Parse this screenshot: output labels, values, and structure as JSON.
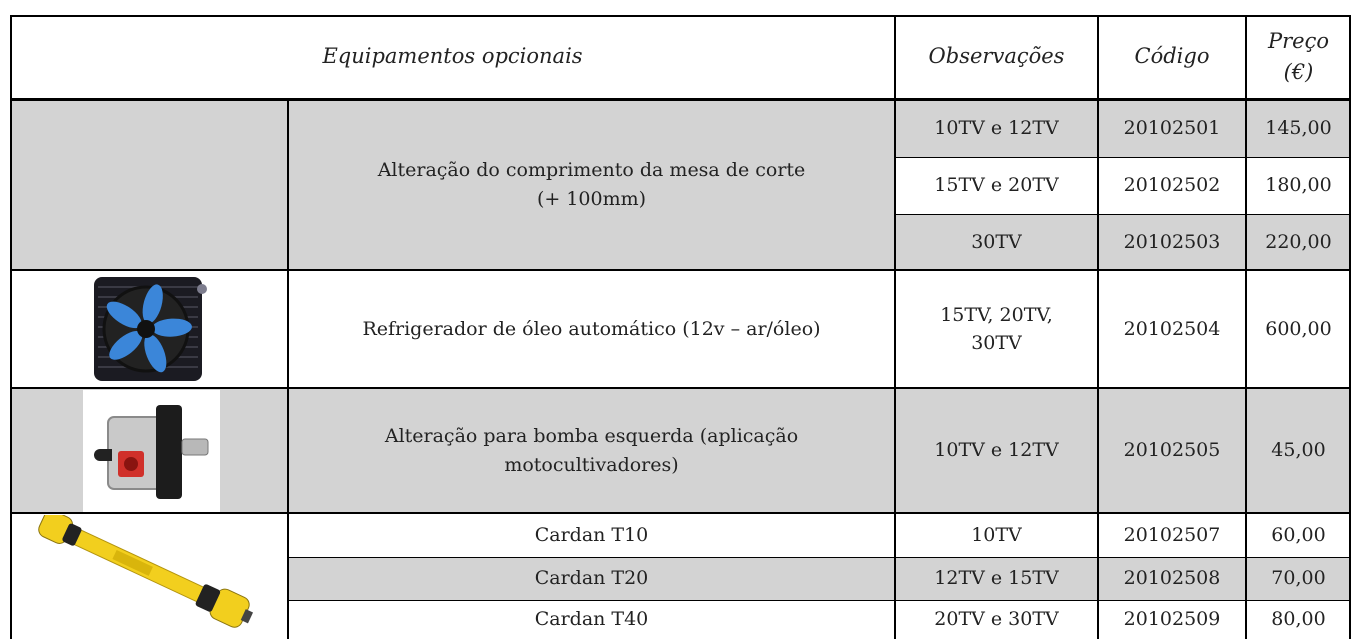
{
  "header": {
    "equipment": "Equipamentos opcionais",
    "observations": "Observações",
    "code": "Código",
    "price": "Preço (€)"
  },
  "rows": [
    {
      "equipment": "Alteração do comprimento da mesa de corte (+ 100mm)",
      "image": "none",
      "variants": [
        {
          "observations": "10TV e 12TV",
          "code": "20102501",
          "price": "145,00"
        },
        {
          "observations": "15TV e 20TV",
          "code": "20102502",
          "price": "180,00"
        },
        {
          "observations": "30TV",
          "code": "20102503",
          "price": "220,00"
        }
      ]
    },
    {
      "equipment": "Refrigerador de óleo automático (12v – ar/óleo)",
      "image": "oil-cooler-fan-icon",
      "variants": [
        {
          "observations": "15TV, 20TV, 30TV",
          "code": "20102504",
          "price": "600,00"
        }
      ]
    },
    {
      "equipment": "Alteração para bomba esquerda (aplicação motocultivadores)",
      "image": "hydraulic-pump-icon",
      "variants": [
        {
          "observations": "10TV e 12TV",
          "code": "20102505",
          "price": "45,00"
        }
      ]
    },
    {
      "equipment": "",
      "image": "cardan-shaft-icon",
      "variants": [
        {
          "name": "Cardan T10",
          "observations": "10TV",
          "code": "20102507",
          "price": "60,00"
        },
        {
          "name": "Cardan T20",
          "observations": "12TV e 15TV",
          "code": "20102508",
          "price": "70,00"
        },
        {
          "name": "Cardan T40",
          "observations": "20TV e 30TV",
          "code": "20102509",
          "price": "80,00"
        }
      ]
    }
  ],
  "colors": {
    "grey_row": "#d3d3d3",
    "border": "#000000"
  }
}
